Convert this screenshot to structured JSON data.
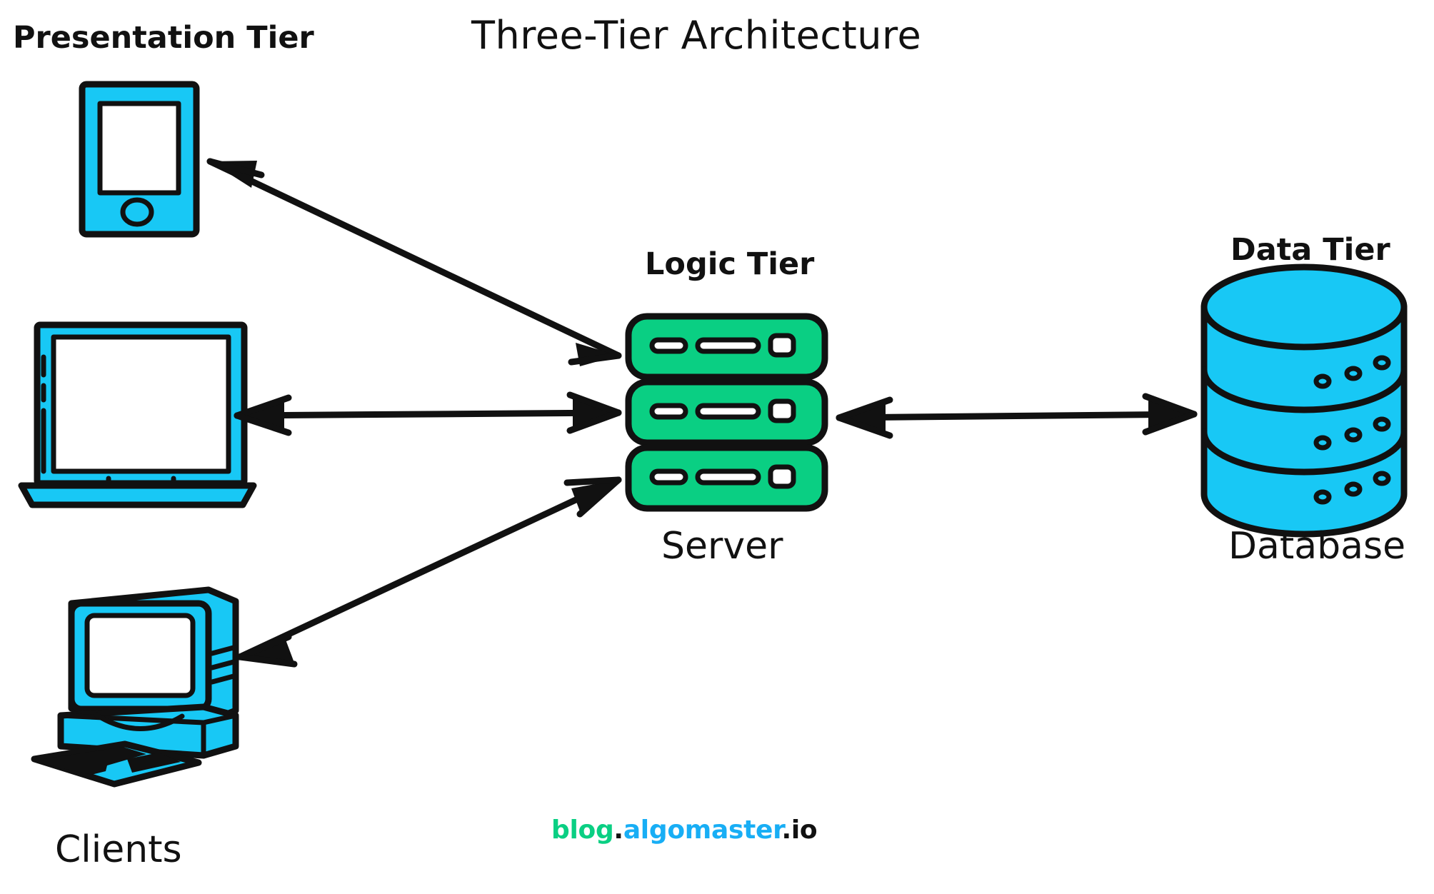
{
  "diagram": {
    "title": "Three-Tier Architecture",
    "background_color": "#ffffff",
    "stroke_color": "#111111",
    "tiers": [
      {
        "id": "presentation",
        "label": "Presentation Tier",
        "caption": "Clients",
        "color": "#18C8F5",
        "nodes": [
          {
            "name": "mobile-phone",
            "icon": "phone-icon"
          },
          {
            "name": "laptop",
            "icon": "laptop-icon"
          },
          {
            "name": "desktop-computer",
            "icon": "desktop-icon"
          }
        ]
      },
      {
        "id": "logic",
        "label": "Logic Tier",
        "caption": "Server",
        "color": "#0ACF83",
        "nodes": [
          {
            "name": "server-stack",
            "icon": "server-icon",
            "units": 3
          }
        ]
      },
      {
        "id": "data",
        "label": "Data Tier",
        "caption": "Database",
        "color": "#18C8F5",
        "nodes": [
          {
            "name": "database-cylinder",
            "icon": "database-icon",
            "layers": 3
          }
        ]
      }
    ],
    "connections": [
      {
        "from": "mobile-phone",
        "to": "server-stack",
        "style": "double-arrow"
      },
      {
        "from": "laptop",
        "to": "server-stack",
        "style": "double-arrow"
      },
      {
        "from": "desktop-computer",
        "to": "server-stack",
        "style": "double-arrow"
      },
      {
        "from": "server-stack",
        "to": "database-cylinder",
        "style": "double-arrow"
      }
    ]
  },
  "watermark": {
    "part1": "blog",
    "dot1": ".",
    "part2": "algomaster",
    "part3": ".io",
    "color_part1": "#0ACF83",
    "color_part2": "#18AEF5",
    "color_part3": "#111111"
  }
}
